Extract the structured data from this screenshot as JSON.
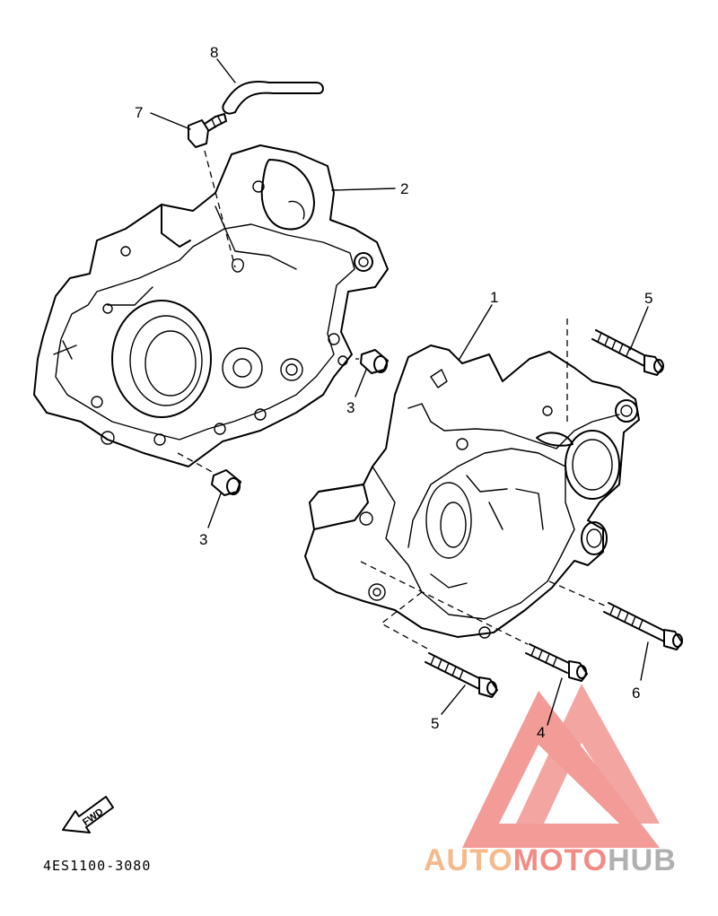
{
  "callouts": {
    "c1": "1",
    "c2": "2",
    "c3a": "3",
    "c3b": "3",
    "c4": "4",
    "c5a": "5",
    "c5b": "5",
    "c6": "6",
    "c7": "7",
    "c8": "8"
  },
  "fwd_label": "FWD",
  "drawing_code": "4ES1100-3080",
  "watermark": {
    "part_auto": "AUTO",
    "part_moto": "MOTO",
    "part_hub": "HUB",
    "color_auto": "#f6b98a",
    "color_moto": "#f28b85",
    "color_hub": "#b0b0b0",
    "logo_color": "#f08a85"
  }
}
